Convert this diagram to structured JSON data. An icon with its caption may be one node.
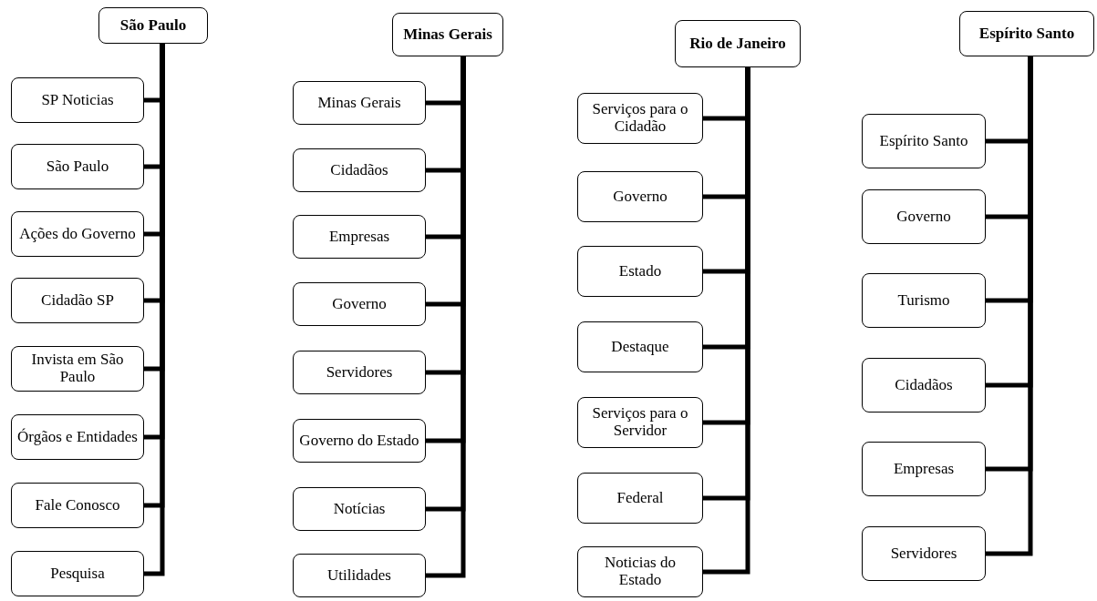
{
  "diagram": {
    "nodes": [
      {
        "text": [
          "São Paulo"
        ]
      },
      {
        "text": [
          "SP Noticias"
        ]
      },
      {
        "text": [
          "São Paulo"
        ]
      },
      {
        "text": [
          "Ações do Governo"
        ]
      },
      {
        "text": [
          "Cidadão SP"
        ]
      },
      {
        "text": [
          "Invista em São Paulo"
        ]
      },
      {
        "text": [
          "Órgãos e Entidades"
        ]
      },
      {
        "text": [
          "Fale Conosco"
        ]
      },
      {
        "text": [
          "Pesquisa"
        ]
      },
      {
        "text": [
          "Minas Gerais"
        ]
      },
      {
        "text": [
          "Minas Gerais"
        ]
      },
      {
        "text": [
          "Cidadãos"
        ]
      },
      {
        "text": [
          "Empresas"
        ]
      },
      {
        "text": [
          "Governo"
        ]
      },
      {
        "text": [
          "Servidores"
        ]
      },
      {
        "text": [
          "Governo do Estado"
        ]
      },
      {
        "text": [
          "Notícias"
        ]
      },
      {
        "text": [
          "Utilidades"
        ]
      },
      {
        "text": [
          "Rio de Janeiro"
        ]
      },
      {
        "text": [
          "Serviços para o Cidadão"
        ]
      },
      {
        "text": [
          "Governo"
        ]
      },
      {
        "text": [
          "Estado"
        ]
      },
      {
        "text": [
          "Destaque"
        ]
      },
      {
        "text": [
          "Serviços para o Servidor"
        ]
      },
      {
        "text": [
          "Federal"
        ]
      },
      {
        "text": [
          "Noticias do Estado"
        ]
      },
      {
        "text": [
          "Espírito Santo"
        ]
      },
      {
        "text": [
          "Espírito Santo"
        ]
      },
      {
        "text": [
          "Governo"
        ]
      },
      {
        "text": [
          "Turismo"
        ]
      },
      {
        "text": [
          "Cidadãos"
        ]
      },
      {
        "text": [
          "Empresas"
        ]
      },
      {
        "text": [
          "Servidores"
        ]
      }
    ],
    "edges": [
      {
        "from": 0,
        "to": 1,
        "arrow": "none"
      },
      {
        "from": 0,
        "to": 2,
        "arrow": "none"
      },
      {
        "from": 0,
        "to": 3,
        "arrow": "none"
      },
      {
        "from": 0,
        "to": 4,
        "arrow": "none"
      },
      {
        "from": 0,
        "to": 5,
        "arrow": "none"
      },
      {
        "from": 0,
        "to": 6,
        "arrow": "none"
      },
      {
        "from": 0,
        "to": 7,
        "arrow": "none"
      },
      {
        "from": 0,
        "to": 8,
        "arrow": "none"
      },
      {
        "from": 9,
        "to": 10,
        "arrow": "none"
      },
      {
        "from": 9,
        "to": 11,
        "arrow": "none"
      },
      {
        "from": 9,
        "to": 12,
        "arrow": "none"
      },
      {
        "from": 9,
        "to": 13,
        "arrow": "none"
      },
      {
        "from": 9,
        "to": 14,
        "arrow": "none"
      },
      {
        "from": 9,
        "to": 15,
        "arrow": "none"
      },
      {
        "from": 9,
        "to": 16,
        "arrow": "none"
      },
      {
        "from": 9,
        "to": 17,
        "arrow": "none"
      },
      {
        "from": 18,
        "to": 19,
        "arrow": "none"
      },
      {
        "from": 18,
        "to": 20,
        "arrow": "none"
      },
      {
        "from": 18,
        "to": 21,
        "arrow": "none"
      },
      {
        "from": 18,
        "to": 22,
        "arrow": "none"
      },
      {
        "from": 18,
        "to": 23,
        "arrow": "none"
      },
      {
        "from": 18,
        "to": 24,
        "arrow": "none"
      },
      {
        "from": 18,
        "to": 25,
        "arrow": "none"
      },
      {
        "from": 26,
        "to": 27,
        "arrow": "none"
      },
      {
        "from": 26,
        "to": 28,
        "arrow": "none"
      },
      {
        "from": 26,
        "to": 29,
        "arrow": "none"
      },
      {
        "from": 26,
        "to": 30,
        "arrow": "none"
      },
      {
        "from": 26,
        "to": 31,
        "arrow": "none"
      },
      {
        "from": 26,
        "to": 32,
        "arrow": "none"
      }
    ]
  }
}
